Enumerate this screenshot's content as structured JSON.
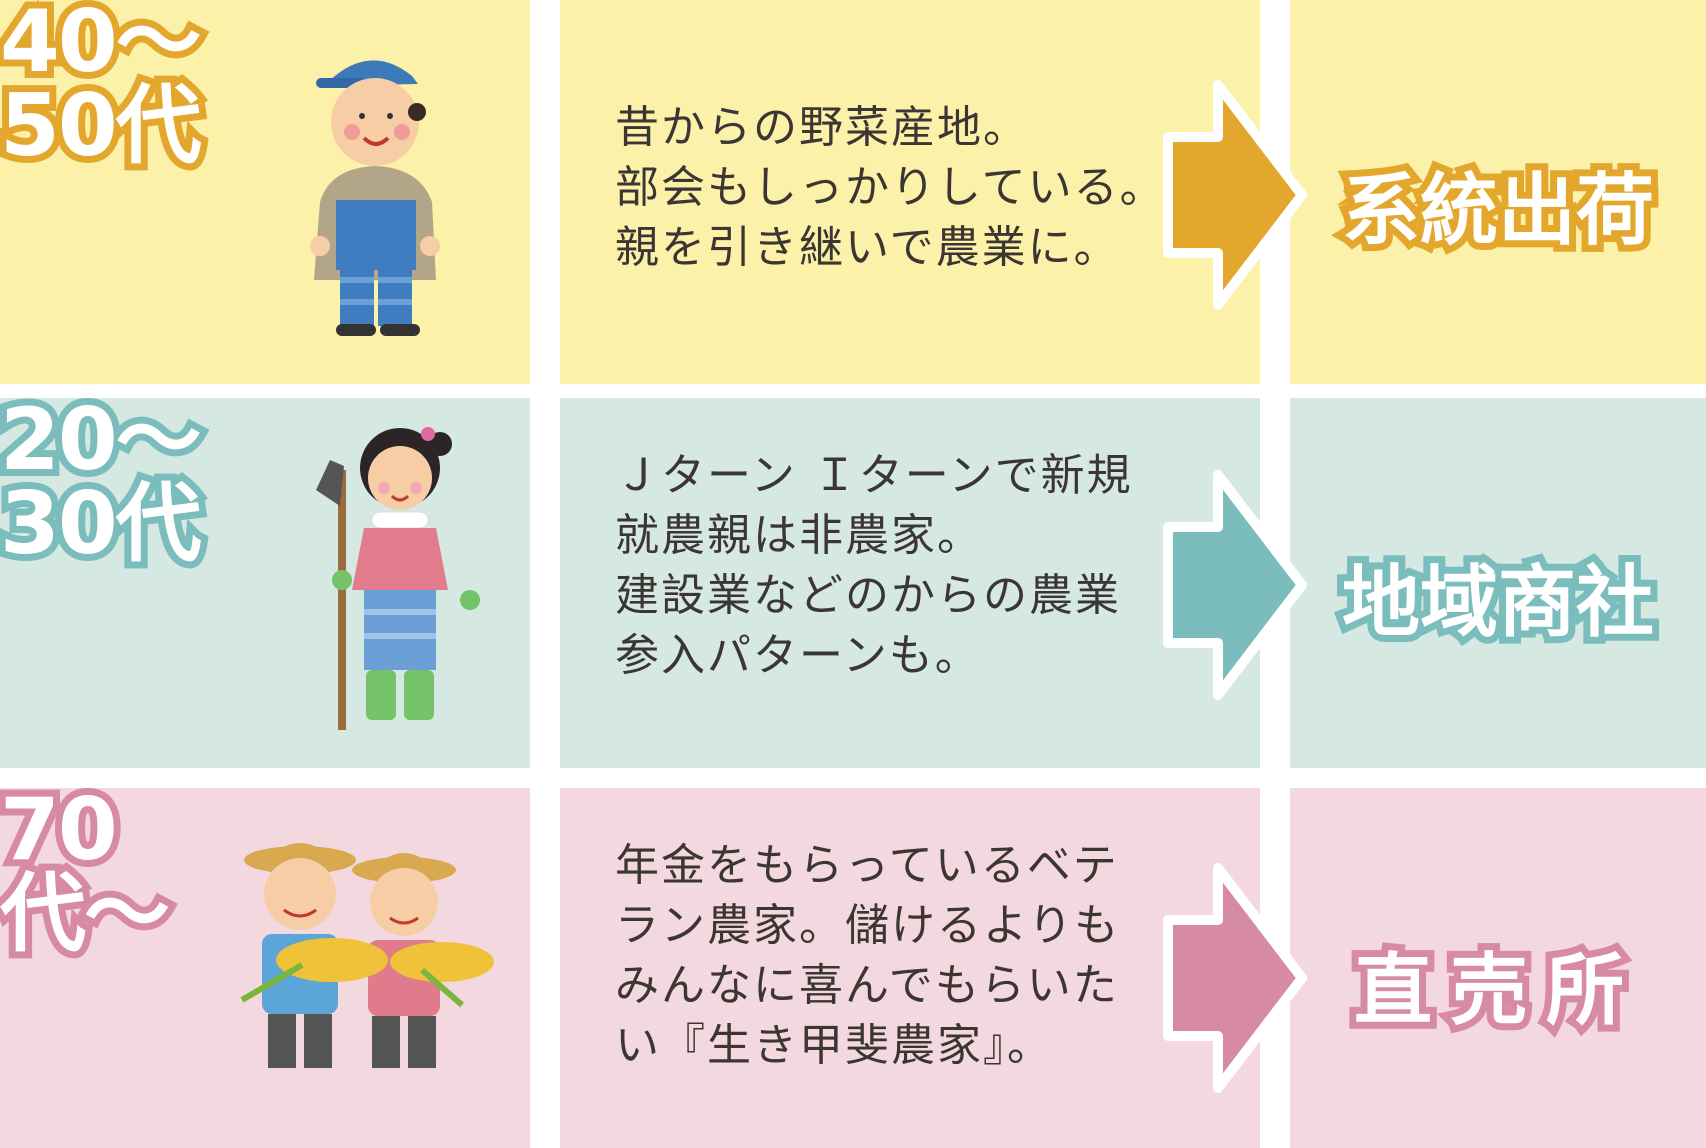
{
  "rows": [
    {
      "age": "40～\n50代",
      "description": "昔からの野菜産地。\n部会もしっかりしている。\n親を引き継いで農業に。",
      "destination": "系統出荷",
      "bg_color": "#fbf1a9",
      "accent_color": "#e3a72e",
      "illustration": "farmer-man-icon"
    },
    {
      "age": "20～\n30代",
      "description": "Ｊターン Ｉターンで新規\n就農親は非農家。\n建設業などのからの農業\n参入パターンも。",
      "destination": "地域商社",
      "bg_color": "#d6e8e2",
      "accent_color": "#7bbcbd",
      "illustration": "farmer-woman-hoe-icon"
    },
    {
      "age": "70\n代～",
      "description": "年金をもらっているベテ\nラン農家。儲けるよりも\nみんなに喜んでもらいた\nい『生き甲斐農家』。",
      "destination": "直売所",
      "bg_color": "#f3d8df",
      "accent_color": "#d78aa3",
      "illustration": "elderly-farmers-rice-icon"
    }
  ]
}
